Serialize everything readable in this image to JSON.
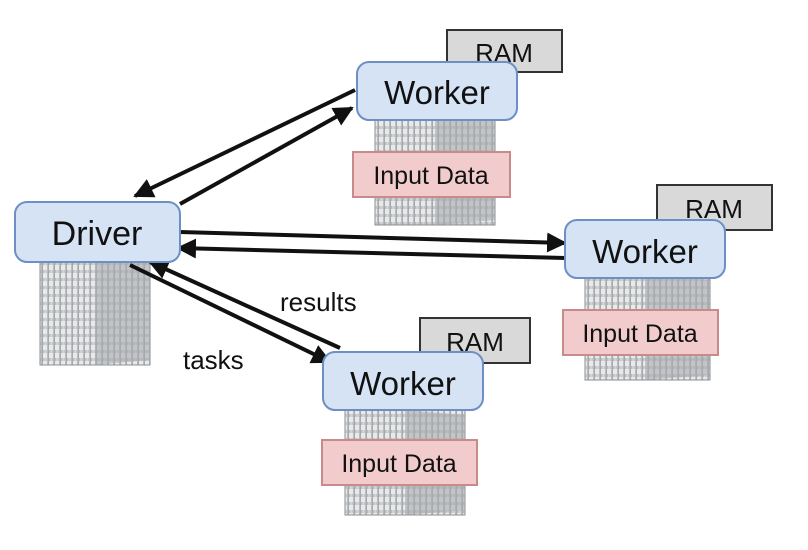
{
  "driver": {
    "label": "Driver",
    "icon": "server-icon"
  },
  "workers": [
    {
      "label": "Worker",
      "memory_label": "RAM",
      "data_label": "Input Data"
    },
    {
      "label": "Worker",
      "memory_label": "RAM",
      "data_label": "Input Data"
    },
    {
      "label": "Worker",
      "memory_label": "RAM",
      "data_label": "Input Data"
    }
  ],
  "edge_labels": {
    "results": "results",
    "tasks": "tasks"
  },
  "colors": {
    "node_fill": "#d6e3f5",
    "node_stroke": "#6d8fc4",
    "ram_fill": "#d9d9d9",
    "ram_stroke": "#333333",
    "input_fill": "#f2cccc",
    "input_stroke": "#c98a8a",
    "arrow": "#111111",
    "server": "#c4c6c8"
  }
}
